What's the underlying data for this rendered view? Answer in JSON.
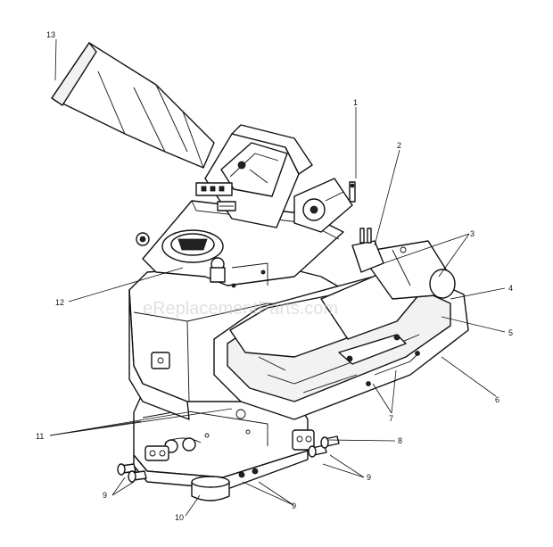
{
  "watermark": "eReplacementParts.com",
  "callouts": {
    "c1": "1",
    "c2": "2",
    "c3": "3",
    "c4": "4",
    "c5": "5",
    "c6": "6",
    "c7": "7",
    "c8": "8",
    "c9a": "9",
    "c9b": "9",
    "c9c": "9",
    "c10": "10",
    "c11": "11",
    "c12": "12",
    "c13": "13"
  }
}
